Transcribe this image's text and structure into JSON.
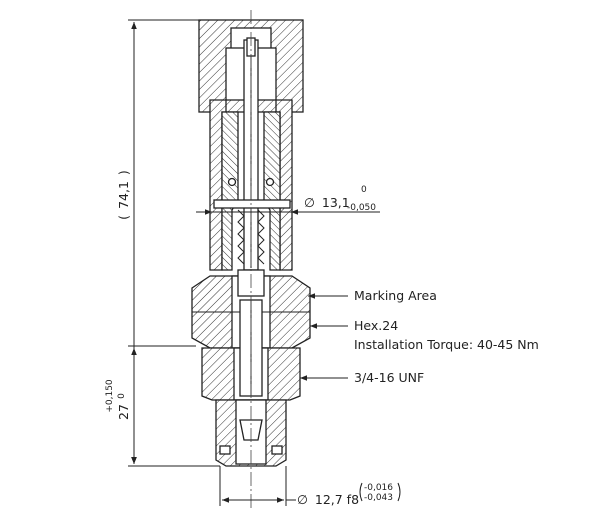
{
  "dimensions": {
    "overall_length": "74,1",
    "lower_length": "27",
    "lower_tol_upper": "+0,150",
    "lower_tol_lower": "0",
    "top_diameter": "13,1",
    "top_diameter_tol_upper": "0",
    "top_diameter_tol_lower": "-0,050",
    "bottom_diameter": "12,7 f8",
    "bottom_diameter_tol_upper": "-0,016",
    "bottom_diameter_tol_lower": "-0,043",
    "diameter_symbol": "∅"
  },
  "callouts": {
    "marking_area": "Marking Area",
    "hex": "Hex.24",
    "torque": "Installation Torque: 40-45 Nm",
    "thread": "3/4-16 UNF"
  }
}
